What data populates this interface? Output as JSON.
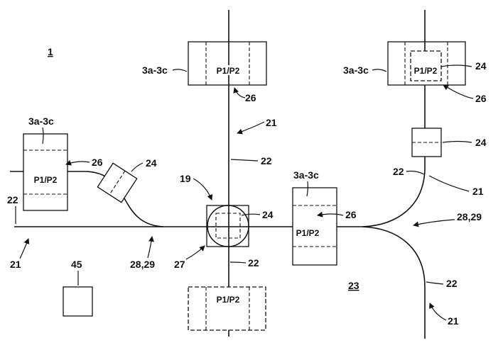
{
  "figure": {
    "title_ref": "1",
    "region_ref": "23"
  },
  "labels": {
    "station": "3a-3c",
    "position": "P1/P2",
    "ref_19": "19",
    "ref_21": "21",
    "ref_22": "22",
    "ref_24": "24",
    "ref_26": "26",
    "ref_27": "27",
    "ref_45": "45",
    "ref_28_29": "28,29"
  }
}
